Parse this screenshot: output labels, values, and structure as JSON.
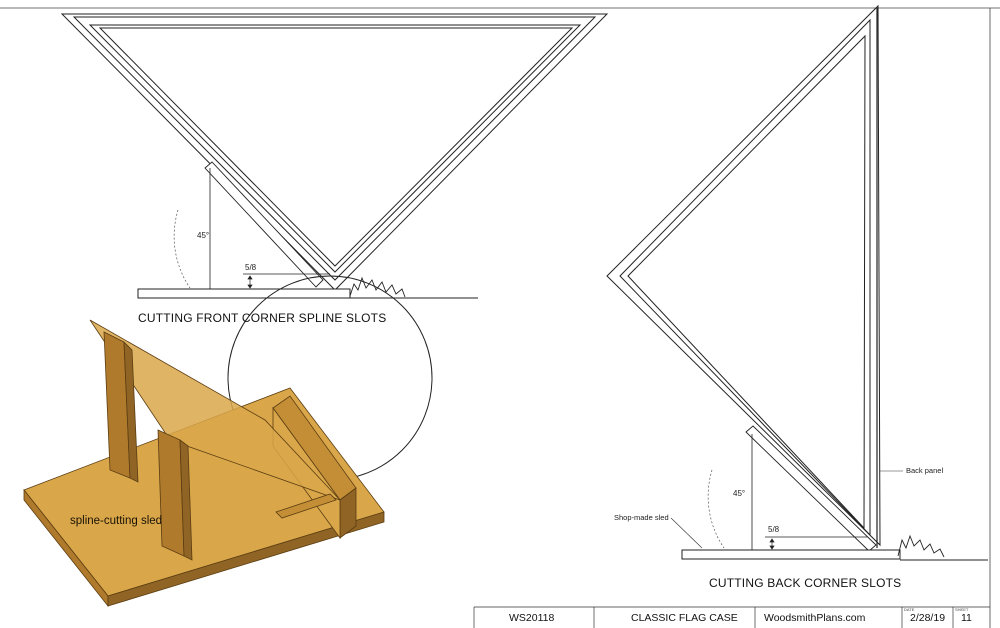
{
  "colors": {
    "line": "#222222",
    "wood_light": "#d9a74a",
    "wood_mid": "#c48e36",
    "wood_dark": "#8f6424",
    "background": "#ffffff"
  },
  "front_view": {
    "caption": "CUTTING FRONT CORNER SPLINE SLOTS",
    "angle_label": "45°",
    "dimension_label": "5/8"
  },
  "back_view": {
    "caption": "CUTTING BACK CORNER SLOTS",
    "angle_label": "45°",
    "dimension_label": "5/8",
    "callout_back_panel": "Back panel",
    "callout_sled": "Shop-made sled"
  },
  "model": {
    "label": "spline-cutting sled"
  },
  "title_block": {
    "plan_number": "WS20118",
    "project_title": "CLASSIC FLAG CASE",
    "publisher": "WoodsmithPlans.com",
    "date_caption": "DATE",
    "date": "2/28/19",
    "sheet_caption": "SHEET",
    "sheet": "11"
  }
}
